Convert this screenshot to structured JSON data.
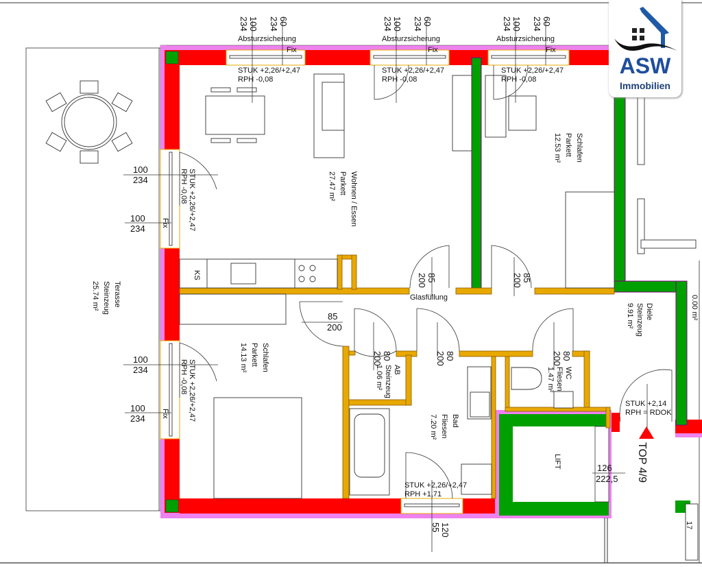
{
  "logo": {
    "brand": "ASW",
    "sub": "Immobilien"
  },
  "colors": {
    "bearing_wall": "#ff0000",
    "insulation": "#ee82ee",
    "elevator_wall": "#00a000",
    "partition_wall": "#e8a800"
  },
  "windows_top": [
    {
      "label": "Absturzsicherung",
      "dim_a_w": "100",
      "dim_a_h": "234",
      "dim_b_w": "60",
      "dim_b_h": "234",
      "fix": "Fix",
      "stuk": "STUK +2,26/+2,47",
      "rph": "RPH   -0,08"
    },
    {
      "label": "Absturzsicherung",
      "dim_a_w": "100",
      "dim_a_h": "234",
      "dim_b_w": "60",
      "dim_b_h": "234",
      "fix": "Fix",
      "stuk": "STUK +2,26/+2,47",
      "rph": "RPH   -0,08"
    },
    {
      "label": "Absturzsicherung",
      "dim_a_w": "100",
      "dim_a_h": "234",
      "dim_b_w": "60",
      "dim_b_h": "234",
      "fix": "Fix",
      "stuk": "STUK +2,26/+2,47",
      "rph": "RPH   -0,08"
    }
  ],
  "windows_left": [
    {
      "dim_a_w": "100",
      "dim_a_h": "234",
      "dim_b_w": "100",
      "dim_b_h": "234",
      "fix": "Fix",
      "stuk": "STUK +2,26/+2,47",
      "rph": "RPH   -0,08"
    },
    {
      "dim_a_w": "100",
      "dim_a_h": "234",
      "dim_b_w": "100",
      "dim_b_h": "234",
      "fix": "Fix",
      "stuk": "STUK +2,26/+2,47",
      "rph": "RPH   -0,08"
    }
  ],
  "rooms": {
    "wohnen": {
      "name": "Wohnen / Essen",
      "floor": "Parkett",
      "area": "27.47 m²"
    },
    "schlafen1": {
      "name": "Schlafen",
      "floor": "Parkett",
      "area": "12.53 m²"
    },
    "schlafen2": {
      "name": "Schlafen",
      "floor": "Parkett",
      "area": "14.13 m²"
    },
    "terrasse": {
      "name": "Terasse",
      "floor": "Steinzeug",
      "area": "25.74 m²"
    },
    "diele": {
      "name": "Diele",
      "floor": "Steinzeug",
      "area": "9.91 m²"
    },
    "ab": {
      "name": "AB",
      "floor": "Steinzeug",
      "area": "1.06 m²"
    },
    "bad": {
      "name": "Bad",
      "floor": "Fliesen",
      "area": "7.20 m²"
    },
    "wc": {
      "name": "WC",
      "floor": "Fliesen",
      "area": "1.47 m²"
    },
    "lift": {
      "name": "LIFT"
    }
  },
  "doors": [
    {
      "w": "85",
      "h": "200"
    },
    {
      "w": "85",
      "h": "200"
    },
    {
      "w": "85",
      "h": "200"
    },
    {
      "w": "80",
      "h": "200"
    },
    {
      "w": "80",
      "h": "200"
    },
    {
      "w": "80",
      "h": "200"
    }
  ],
  "glasfuellung": "Glasfüllung",
  "kitchen_ks": "KS",
  "bad_window": {
    "stuk": "STUK +2,26/+2,47",
    "rph": "RPH  +1,71",
    "w": "120",
    "h": "55"
  },
  "lift_door": {
    "w": "126",
    "h": "222,5"
  },
  "entrance": {
    "stuk": "STUK +2,14",
    "rph": "RPH = RDOK",
    "unit": "TOP 4/9"
  },
  "right_cut": {
    "area_partial": "0.00 m²",
    "step": "17"
  }
}
